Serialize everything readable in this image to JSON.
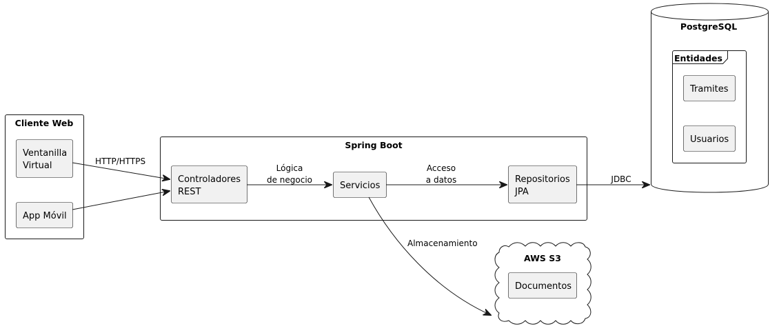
{
  "clusters": {
    "cliente_web": "Cliente Web",
    "spring_boot": "Spring Boot",
    "postgresql": "PostgreSQL",
    "entidades": "Entidades",
    "aws_s3": "AWS S3"
  },
  "nodes": {
    "ventanilla": [
      "Ventanilla",
      "Virtual"
    ],
    "app_movil": "App Móvil",
    "controladores": [
      "Controladores",
      "REST"
    ],
    "servicios": "Servicios",
    "repositorios": [
      "Repositorios",
      "JPA"
    ],
    "tramites": "Tramites",
    "usuarios": "Usuarios",
    "documentos": "Documentos"
  },
  "edges": {
    "http": "HTTP/HTTPS",
    "logica": [
      "Lógica",
      "de negocio"
    ],
    "acceso": [
      "Acceso",
      "a datos"
    ],
    "jdbc": "JDBC",
    "almacenamiento": "Almacenamiento"
  }
}
